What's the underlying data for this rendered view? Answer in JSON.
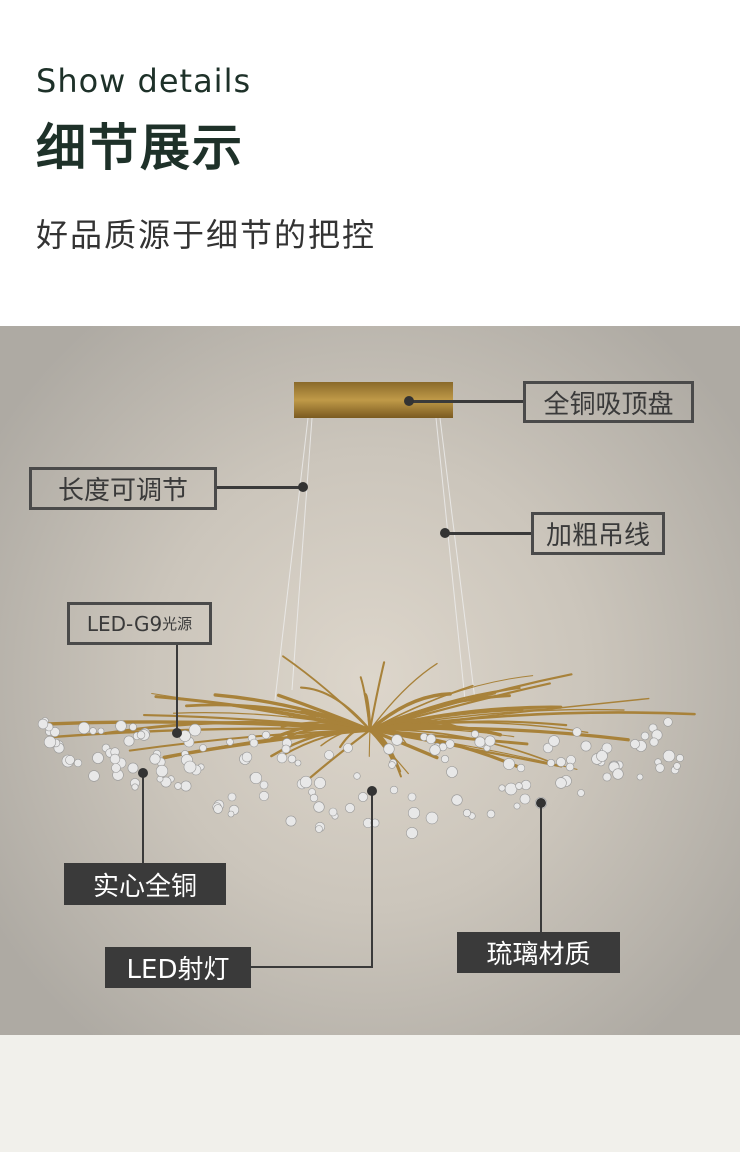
{
  "header": {
    "title_en": "Show details",
    "title_cn": "细节展示",
    "subtitle": "好品质源于细节的把控"
  },
  "callouts": {
    "canopy": "全铜吸顶盘",
    "length": "长度可调节",
    "wire": "加粗吊线",
    "bulb_prefix": "LED-G9",
    "bulb_suffix": "光源",
    "copper": "实心全铜",
    "spot": "LED射灯",
    "glass": "琉璃材质"
  },
  "colors": {
    "title": "#1e3129",
    "label_dark": "#3a3a3a",
    "brass": "#a8823a"
  }
}
